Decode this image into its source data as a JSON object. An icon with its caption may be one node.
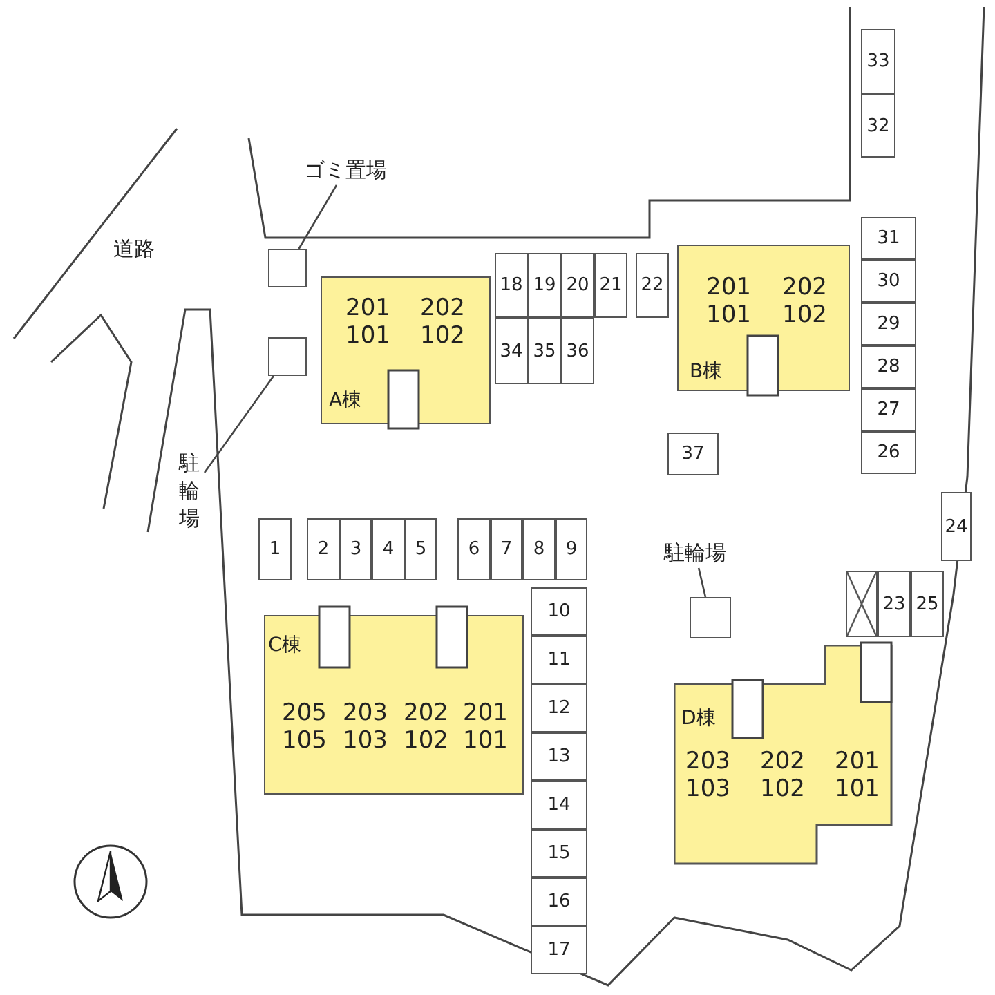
{
  "diagram": {
    "nodes": [
      {
        "text": [
          "33"
        ]
      },
      {
        "text": [
          "32"
        ]
      },
      {
        "text": [
          "ゴミ置場"
        ]
      },
      {
        "text": [],
        "shape": "box"
      },
      {
        "text": [
          "31"
        ]
      },
      {
        "text": [
          "201",
          "202",
          "101",
          "102",
          "B棟"
        ]
      },
      {
        "text": [
          "18"
        ]
      },
      {
        "text": [
          "19"
        ]
      },
      {
        "text": [
          "20"
        ]
      },
      {
        "text": [
          "21"
        ]
      },
      {
        "text": [
          "22"
        ]
      },
      {
        "text": [
          "201",
          "202",
          "101",
          "102",
          "A棟"
        ]
      },
      {
        "text": [],
        "shape": "box"
      },
      {
        "text": [
          "30"
        ]
      },
      {
        "text": [
          "29"
        ]
      },
      {
        "text": [
          "34"
        ]
      },
      {
        "text": [
          "35"
        ]
      },
      {
        "text": [
          "36"
        ]
      },
      {
        "text": [
          "28"
        ]
      },
      {
        "text": [
          "27"
        ]
      },
      {
        "text": [
          "26"
        ]
      },
      {
        "text": [
          "37"
        ]
      },
      {
        "text": [
          "駐輪場"
        ]
      },
      {
        "text": [
          "24"
        ]
      },
      {
        "text": [
          "1"
        ]
      },
      {
        "text": [
          "2"
        ]
      },
      {
        "text": [
          "3"
        ]
      },
      {
        "text": [
          "4"
        ]
      },
      {
        "text": [
          "5"
        ]
      },
      {
        "text": [
          "6"
        ]
      },
      {
        "text": [
          "7"
        ]
      },
      {
        "text": [
          "8"
        ]
      },
      {
        "text": [
          "9"
        ]
      },
      {
        "text": [
          "駐輪場"
        ]
      },
      {
        "text": [],
        "shape": "box"
      },
      {
        "text": [
          "23"
        ]
      },
      {
        "text": [
          "25"
        ]
      },
      {
        "text": [
          "10"
        ]
      },
      {
        "text": [],
        "shape": "box"
      },
      {
        "text": [
          "C棟",
          "205",
          "203",
          "202",
          "201",
          "105",
          "103",
          "102",
          "101"
        ]
      },
      {
        "text": [
          "11"
        ]
      },
      {
        "text": [
          "D棟",
          "203",
          "202",
          "201",
          "103",
          "102",
          "101"
        ]
      },
      {
        "text": [
          "12"
        ]
      },
      {
        "text": [
          "13"
        ]
      },
      {
        "text": [
          "14"
        ]
      },
      {
        "text": [
          "15"
        ]
      },
      {
        "text": [
          "16"
        ]
      },
      {
        "text": [
          "17"
        ]
      }
    ],
    "edges": [
      {
        "from": 2,
        "to": 3,
        "arrow": "none"
      },
      {
        "from": 22,
        "to": 12,
        "arrow": "none"
      },
      {
        "from": 33,
        "to": 38,
        "arrow": "none"
      }
    ],
    "labels": [
      "道路"
    ]
  }
}
